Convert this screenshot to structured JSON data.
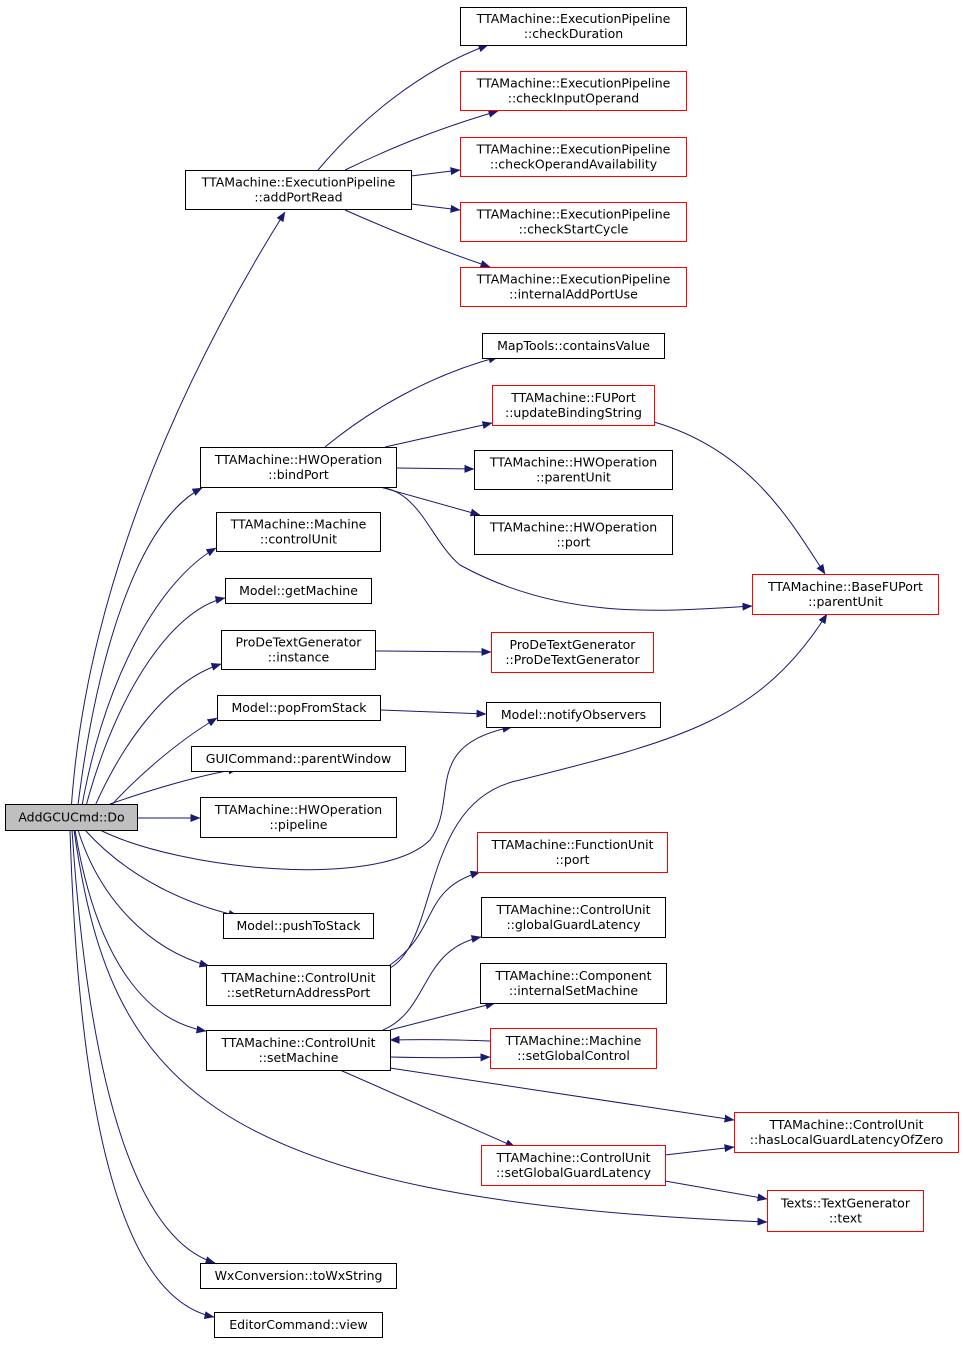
{
  "colors": {
    "edge": "#191970",
    "node_border_default": "#000000",
    "node_border_truncated": "#ff0000",
    "root_fill": "#bfbfbf",
    "node_fill": "#ffffff"
  },
  "nodes": {
    "root": {
      "lines": [
        "AddGCUCmd::Do"
      ],
      "style": "root"
    },
    "addPortRead": {
      "lines": [
        "TTAMachine::ExecutionPipeline",
        "::addPortRead"
      ],
      "style": "normal"
    },
    "checkDuration": {
      "lines": [
        "TTAMachine::ExecutionPipeline",
        "::checkDuration"
      ],
      "style": "normal"
    },
    "checkInputOperand": {
      "lines": [
        "TTAMachine::ExecutionPipeline",
        "::checkInputOperand"
      ],
      "style": "truncated"
    },
    "checkOperandAvailability": {
      "lines": [
        "TTAMachine::ExecutionPipeline",
        "::checkOperandAvailability"
      ],
      "style": "truncated"
    },
    "checkStartCycle": {
      "lines": [
        "TTAMachine::ExecutionPipeline",
        "::checkStartCycle"
      ],
      "style": "truncated"
    },
    "internalAddPortUse": {
      "lines": [
        "TTAMachine::ExecutionPipeline",
        "::internalAddPortUse"
      ],
      "style": "truncated"
    },
    "containsValue": {
      "lines": [
        "MapTools::containsValue"
      ],
      "style": "normal"
    },
    "updateBindingString": {
      "lines": [
        "TTAMachine::FUPort",
        "::updateBindingString"
      ],
      "style": "truncated"
    },
    "bindPort": {
      "lines": [
        "TTAMachine::HWOperation",
        "::bindPort"
      ],
      "style": "normal"
    },
    "hwParentUnit": {
      "lines": [
        "TTAMachine::HWOperation",
        "::parentUnit"
      ],
      "style": "normal"
    },
    "hwPort": {
      "lines": [
        "TTAMachine::HWOperation",
        "::port"
      ],
      "style": "normal"
    },
    "controlUnit": {
      "lines": [
        "TTAMachine::Machine",
        "::controlUnit"
      ],
      "style": "normal"
    },
    "baseParentUnit": {
      "lines": [
        "TTAMachine::BaseFUPort",
        "::parentUnit"
      ],
      "style": "truncated"
    },
    "getMachine": {
      "lines": [
        "Model::getMachine"
      ],
      "style": "normal"
    },
    "instance": {
      "lines": [
        "ProDeTextGenerator",
        "::instance"
      ],
      "style": "normal"
    },
    "prodeCtor": {
      "lines": [
        "ProDeTextGenerator",
        "::ProDeTextGenerator"
      ],
      "style": "truncated"
    },
    "popFromStack": {
      "lines": [
        "Model::popFromStack"
      ],
      "style": "normal"
    },
    "notifyObservers": {
      "lines": [
        "Model::notifyObservers"
      ],
      "style": "normal"
    },
    "parentWindow": {
      "lines": [
        "GUICommand::parentWindow"
      ],
      "style": "normal"
    },
    "pipeline": {
      "lines": [
        "TTAMachine::HWOperation",
        "::pipeline"
      ],
      "style": "normal"
    },
    "fuPort": {
      "lines": [
        "TTAMachine::FunctionUnit",
        "::port"
      ],
      "style": "truncated"
    },
    "globalGuardLatency": {
      "lines": [
        "TTAMachine::ControlUnit",
        "::globalGuardLatency"
      ],
      "style": "normal"
    },
    "pushToStack": {
      "lines": [
        "Model::pushToStack"
      ],
      "style": "normal"
    },
    "internalSetMachine": {
      "lines": [
        "TTAMachine::Component",
        "::internalSetMachine"
      ],
      "style": "normal"
    },
    "setReturnAddressPort": {
      "lines": [
        "TTAMachine::ControlUnit",
        "::setReturnAddressPort"
      ],
      "style": "normal"
    },
    "setGlobalControl": {
      "lines": [
        "TTAMachine::Machine",
        "::setGlobalControl"
      ],
      "style": "truncated"
    },
    "setMachine": {
      "lines": [
        "TTAMachine::ControlUnit",
        "::setMachine"
      ],
      "style": "normal"
    },
    "hasLocalGuardLatencyOfZero": {
      "lines": [
        "TTAMachine::ControlUnit",
        "::hasLocalGuardLatencyOfZero"
      ],
      "style": "truncated"
    },
    "setGlobalGuardLatency": {
      "lines": [
        "TTAMachine::ControlUnit",
        "::setGlobalGuardLatency"
      ],
      "style": "truncated"
    },
    "textText": {
      "lines": [
        "Texts::TextGenerator",
        "::text"
      ],
      "style": "truncated"
    },
    "toWxString": {
      "lines": [
        "WxConversion::toWxString"
      ],
      "style": "normal"
    },
    "view": {
      "lines": [
        "EditorCommand::view"
      ],
      "style": "normal"
    }
  },
  "edges": [
    [
      "root",
      "addPortRead"
    ],
    [
      "root",
      "bindPort"
    ],
    [
      "root",
      "controlUnit"
    ],
    [
      "root",
      "getMachine"
    ],
    [
      "root",
      "instance"
    ],
    [
      "root",
      "popFromStack"
    ],
    [
      "root",
      "parentWindow"
    ],
    [
      "root",
      "pipeline"
    ],
    [
      "root",
      "notifyObservers"
    ],
    [
      "root",
      "pushToStack"
    ],
    [
      "root",
      "setReturnAddressPort"
    ],
    [
      "root",
      "setMachine"
    ],
    [
      "root",
      "textText"
    ],
    [
      "root",
      "toWxString"
    ],
    [
      "root",
      "view"
    ],
    [
      "addPortRead",
      "checkDuration"
    ],
    [
      "addPortRead",
      "checkInputOperand"
    ],
    [
      "addPortRead",
      "checkOperandAvailability"
    ],
    [
      "addPortRead",
      "checkStartCycle"
    ],
    [
      "addPortRead",
      "internalAddPortUse"
    ],
    [
      "bindPort",
      "containsValue"
    ],
    [
      "bindPort",
      "updateBindingString"
    ],
    [
      "bindPort",
      "hwParentUnit"
    ],
    [
      "bindPort",
      "hwPort"
    ],
    [
      "bindPort",
      "baseParentUnit"
    ],
    [
      "updateBindingString",
      "baseParentUnit"
    ],
    [
      "instance",
      "prodeCtor"
    ],
    [
      "popFromStack",
      "notifyObservers"
    ],
    [
      "setReturnAddressPort",
      "fuPort"
    ],
    [
      "setReturnAddressPort",
      "baseParentUnit"
    ],
    [
      "setMachine",
      "globalGuardLatency"
    ],
    [
      "setMachine",
      "internalSetMachine"
    ],
    [
      "setMachine",
      "setGlobalControl"
    ],
    [
      "setGlobalControl",
      "setMachine"
    ],
    [
      "setMachine",
      "hasLocalGuardLatencyOfZero"
    ],
    [
      "setMachine",
      "setGlobalGuardLatency"
    ],
    [
      "setGlobalGuardLatency",
      "hasLocalGuardLatencyOfZero"
    ],
    [
      "setGlobalGuardLatency",
      "textText"
    ]
  ]
}
